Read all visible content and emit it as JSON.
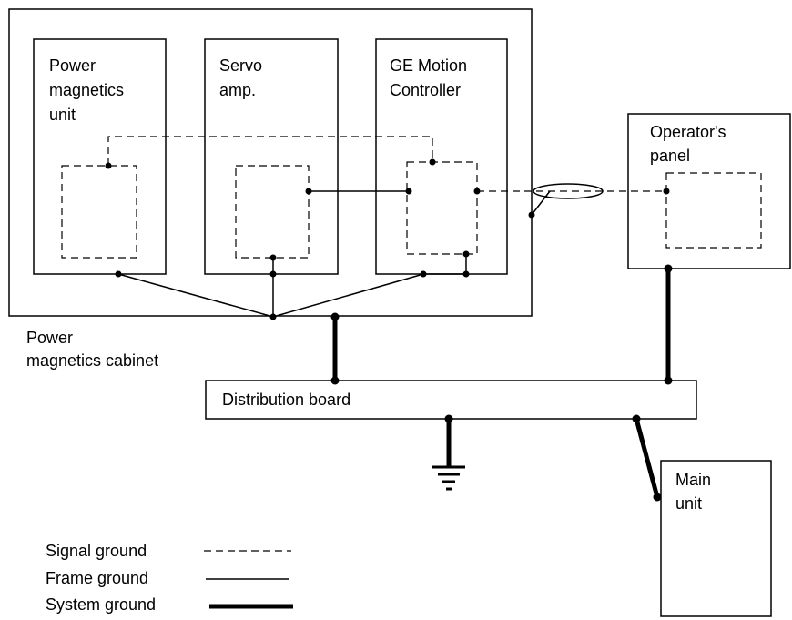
{
  "blocks": {
    "pmu": [
      "Power",
      "magnetics",
      "unit"
    ],
    "servo": [
      "Servo",
      "amp."
    ],
    "controller": [
      "GE Motion",
      "Controller"
    ],
    "operator": [
      "Operator's",
      "panel"
    ],
    "cabinet": [
      "Power",
      "magnetics cabinet"
    ],
    "distribution": "Distribution board",
    "main": [
      "Main",
      "unit"
    ]
  },
  "legend": {
    "signal": "Signal ground",
    "frame": "Frame ground",
    "system": "System ground"
  }
}
